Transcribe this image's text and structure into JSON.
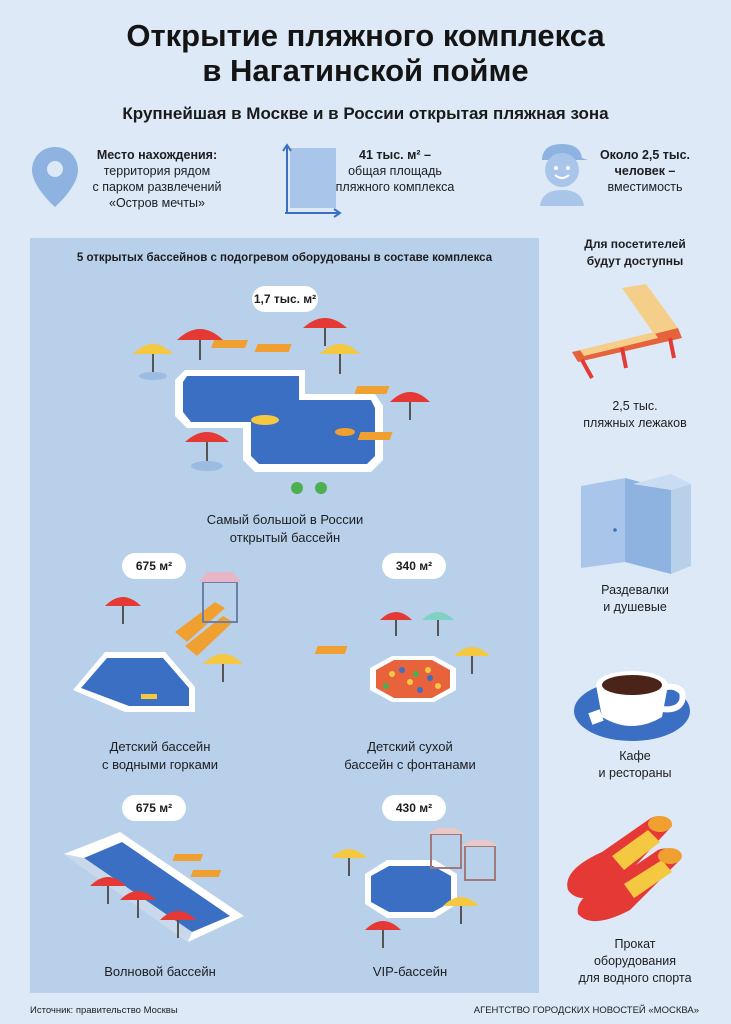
{
  "title_line1": "Открытие пляжного комплекса",
  "title_line2": "в Нагатинской пойме",
  "subtitle": "Крупнейшая в Москве и в России открытая пляжная зона",
  "facts": [
    {
      "icon": "location-pin-icon",
      "line1": "Место нахождения:",
      "line2": "территория рядом",
      "line3": "с парком развлечений",
      "line4": "«Остров мечты»"
    },
    {
      "icon": "area-icon",
      "line1": "41 тыс. м² –",
      "line2": "общая площадь",
      "line3": "пляжного комплекса"
    },
    {
      "icon": "person-icon",
      "line1": "Около 2,5 тыс.",
      "line2": "человек –",
      "line3": "вместимость"
    }
  ],
  "pools_header": "5 открытых бассейнов с подогревом оборудованы в составе комплекса",
  "pools": [
    {
      "area": "1,7 тыс. м²",
      "line1": "Самый большой в России",
      "line2": "открытый бассейн"
    },
    {
      "area": "675 м²",
      "line1": "Детский бассейн",
      "line2": "с водными горками"
    },
    {
      "area": "340 м²",
      "line1": "Детский сухой",
      "line2": "бассейн с фонтанами"
    },
    {
      "area": "675 м²",
      "line1": "Волновой бассейн",
      "line2": ""
    },
    {
      "area": "430 м²",
      "line1": "VIP-бассейн",
      "line2": ""
    }
  ],
  "visitors_header_line1": "Для посетителей",
  "visitors_header_line2": "будут доступны",
  "amenities": [
    {
      "icon": "sunbed-icon",
      "line1": "2,5 тыс.",
      "line2": "пляжных лежаков",
      "line3": ""
    },
    {
      "icon": "changing-room-icon",
      "line1": "Раздевалки",
      "line2": "и душевые",
      "line3": ""
    },
    {
      "icon": "coffee-cup-icon",
      "line1": "Кафе",
      "line2": "и рестораны",
      "line3": ""
    },
    {
      "icon": "flippers-icon",
      "line1": "Прокат",
      "line2": "оборудования",
      "line3": "для водного спорта"
    }
  ],
  "source": "Источник: правительство Москвы",
  "agency": "АГЕНТСТВО ГОРОДСКИХ НОВОСТЕЙ «МОСКВА»",
  "colors": {
    "background": "#dde9f6",
    "panel": "#b8d0ea",
    "water": "#3b6fc4",
    "umbrella_red": "#e53935",
    "umbrella_yellow": "#f5c842",
    "sunbed_orange": "#f0a030"
  }
}
